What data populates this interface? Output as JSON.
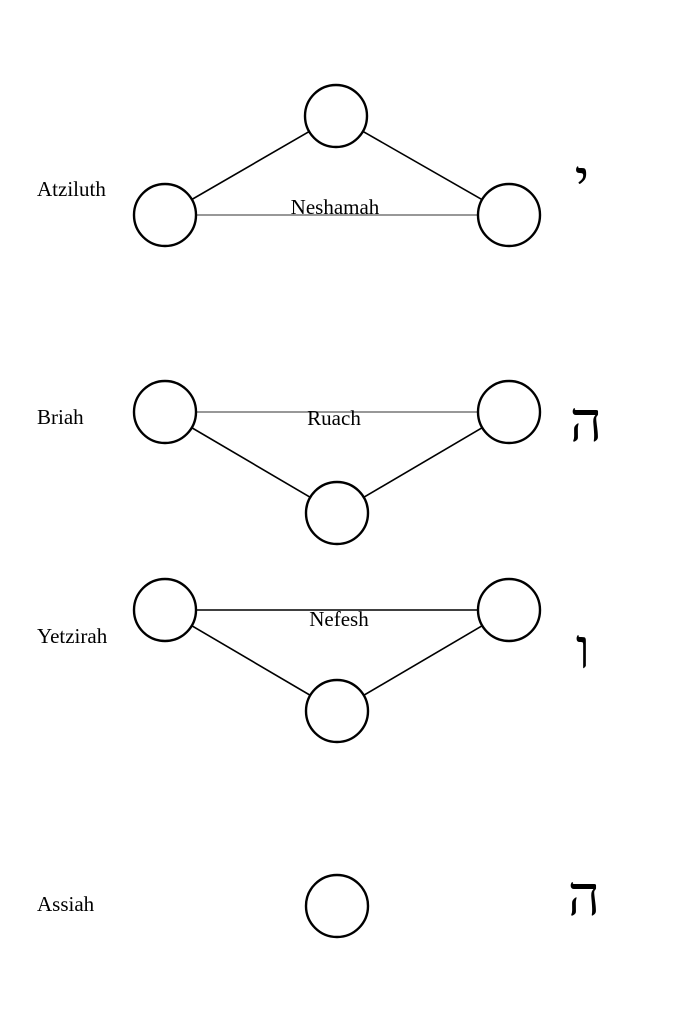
{
  "worlds": [
    {
      "name": "Atziluth",
      "soul": "Neshamah",
      "letter": "י"
    },
    {
      "name": "Briah",
      "soul": "Ruach",
      "letter": "ה"
    },
    {
      "name": "Yetzirah",
      "soul": "Nefesh",
      "letter": "ו"
    },
    {
      "name": "Assiah",
      "soul": "",
      "letter": "ה"
    }
  ]
}
